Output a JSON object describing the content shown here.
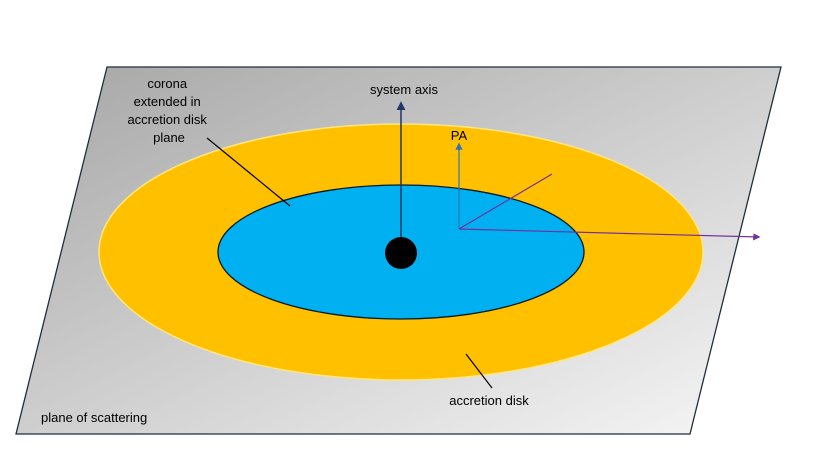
{
  "labels": {
    "corona": [
      "corona",
      "extended in",
      "accretion disk",
      "plane"
    ],
    "system_axis": "system axis",
    "pa": "PA",
    "accretion_disk": "accretion disk",
    "plane_of_scattering": "plane of scattering"
  },
  "colors": {
    "plane_dark": "#a6a6a6",
    "plane_light": "#f7f7f7",
    "plane_outline": "#1f2f3f",
    "disk_outer": "#ffc000",
    "disk_outer_edge": "#ffe680",
    "corona": "#00b0f0",
    "corona_edge": "#0a1a2a",
    "black_hole": "#000000",
    "axis_arrow": "#1f3864",
    "pa_arrow": "#2e75b6",
    "purple_arrow": "#7030a0"
  }
}
